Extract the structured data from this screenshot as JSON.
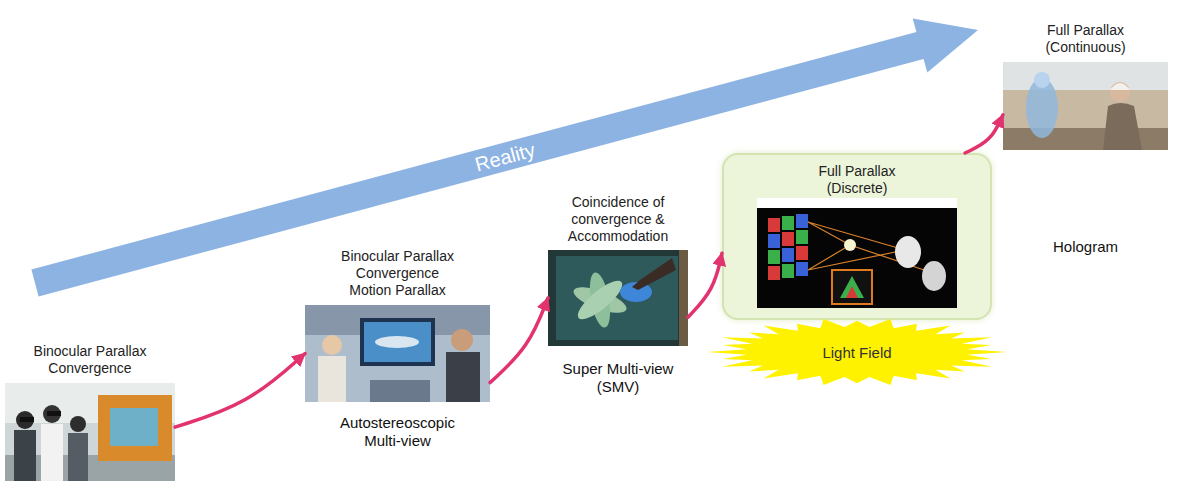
{
  "diagram": {
    "nodes": [
      {
        "text": [
          "Binocular Parallax Convergence"
        ]
      },
      {
        "text": [
          "Binocular Parallax Convergence Motion Parallax",
          "Autostereoscopic Multi-view"
        ]
      },
      {
        "text": [
          "Coincidence of convergence & Accommodation",
          "Super Multi-view (SMV)"
        ]
      },
      {
        "text": [
          "Full Parallax (Discrete)"
        ]
      },
      {
        "text": [
          "Light Field"
        ],
        "in": 3
      },
      {
        "text": [
          "Full Parallax (Continuous)",
          "Hologram"
        ]
      }
    ],
    "edges": [
      {
        "from": 0,
        "to": 1,
        "arrow": "to"
      },
      {
        "from": 1,
        "to": 2,
        "arrow": "to"
      },
      {
        "from": 2,
        "to": 3,
        "arrow": "to"
      },
      {
        "from": 3,
        "to": 5,
        "arrow": "to"
      }
    ],
    "labels": [
      "Reality"
    ]
  }
}
